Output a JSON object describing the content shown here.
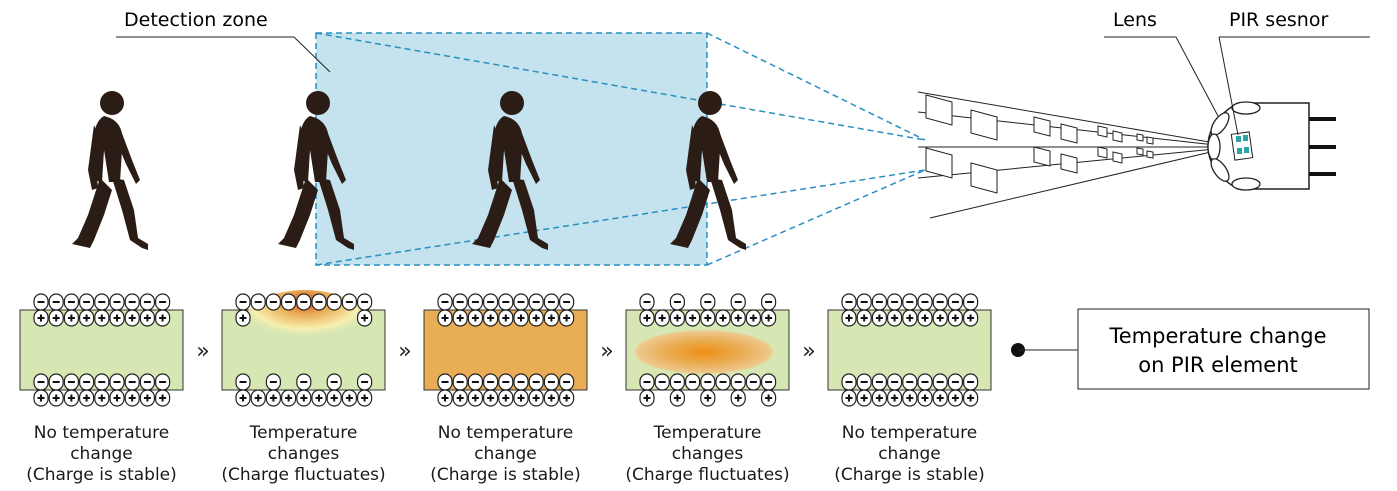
{
  "labels": {
    "detection_zone": "Detection zone",
    "lens": "Lens",
    "pir_sensor": "PIR sesnor",
    "arrow": "»",
    "legend_line1": "Temperature change",
    "legend_line2": "on PIR element"
  },
  "states": [
    {
      "line1": "No temperature",
      "line2": "change",
      "line3": "(Charge is stable)",
      "kind": "stable"
    },
    {
      "line1": "Temperature",
      "line2": "changes",
      "line3": "(Charge fluctuates)",
      "kind": "fluct-top"
    },
    {
      "line1": "No temperature",
      "line2": "change",
      "line3": "(Charge is stable)",
      "kind": "stable-hot"
    },
    {
      "line1": "Temperature",
      "line2": "changes",
      "line3": "(Charge fluctuates)",
      "kind": "fluct-bottom"
    },
    {
      "line1": "No temperature",
      "line2": "change",
      "line3": "(Charge is stable)",
      "kind": "stable"
    }
  ],
  "colors": {
    "zone_fill": "#c4e3ee",
    "zone_border": "#2a8fbf",
    "element_green": "#d6e7b4",
    "element_orange": "#e9ad56",
    "figure": "#2b1d16",
    "sensor_chip": "#2aa4a8"
  },
  "icons": [
    "walking-person-icon",
    "plus-charge-icon",
    "minus-charge-icon",
    "bullet-dot-icon"
  ]
}
